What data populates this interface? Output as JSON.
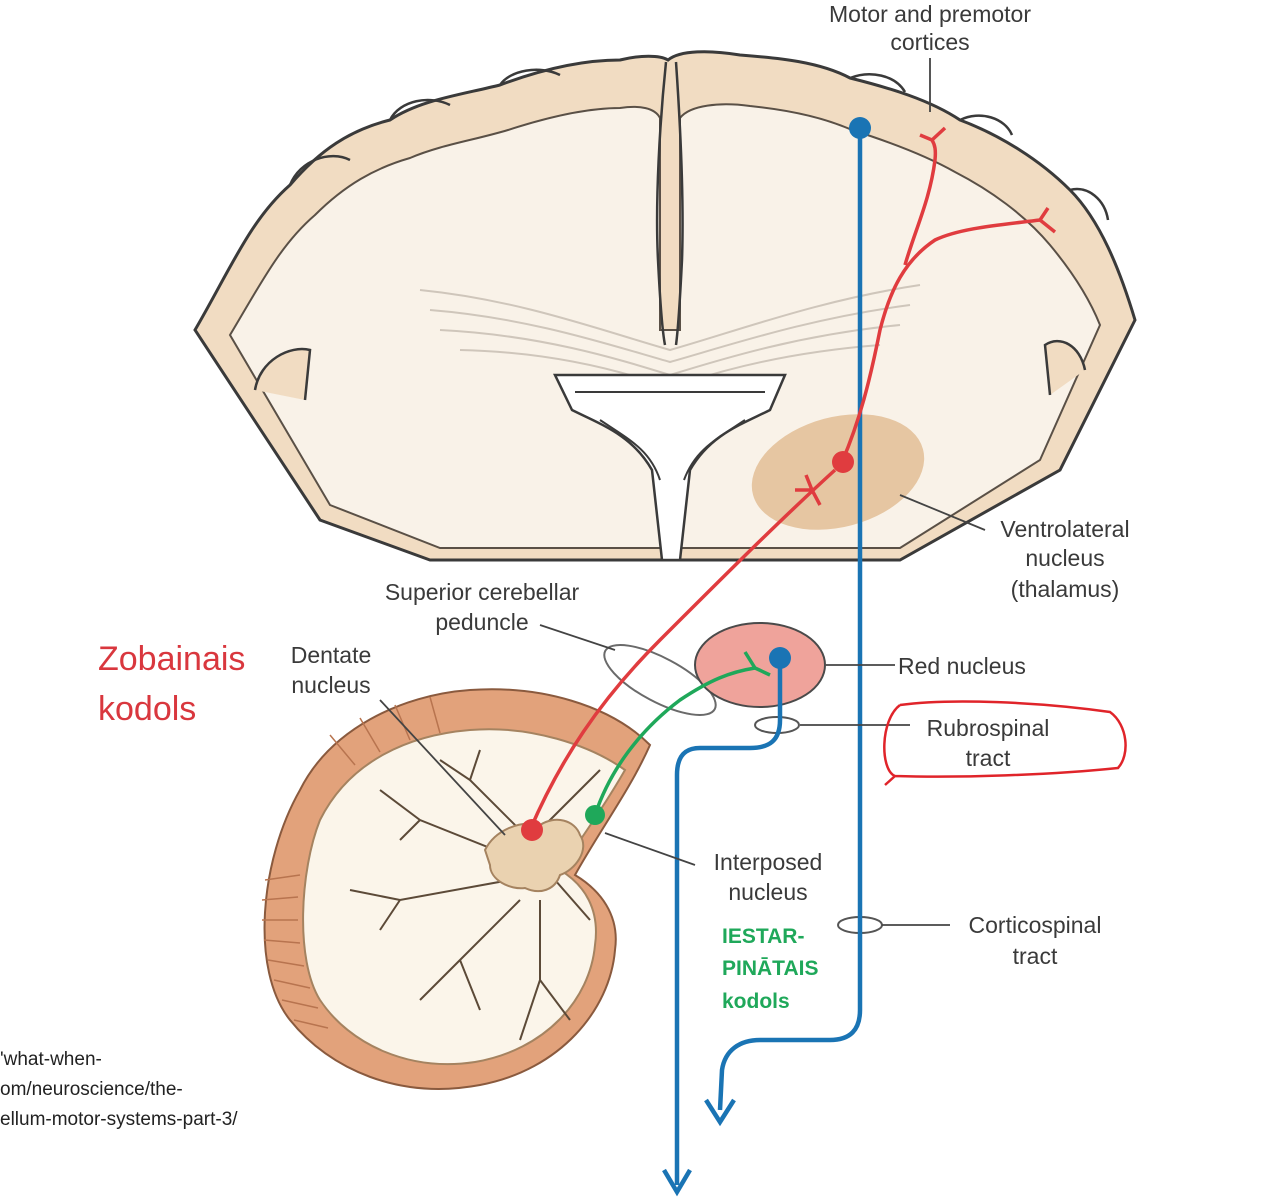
{
  "labels": {
    "motor_premotor_1": "Motor and premotor",
    "motor_premotor_2": "cortices",
    "ventrolateral_1": "Ventrolateral",
    "ventrolateral_2": "nucleus",
    "ventrolateral_3": "(thalamus)",
    "superior_peduncle_1": "Superior cerebellar",
    "superior_peduncle_2": "peduncle",
    "dentate_1": "Dentate",
    "dentate_2": "nucleus",
    "red_nucleus": "Red nucleus",
    "rubrospinal_1": "Rubrospinal",
    "rubrospinal_2": "tract",
    "interposed_1": "Interposed",
    "interposed_2": "nucleus",
    "corticospinal_1": "Corticospinal",
    "corticospinal_2": "tract"
  },
  "annotations": {
    "zobainais_1": "Zobainais",
    "zobainais_2": "kodols",
    "iestar_1": "IESTAR-",
    "iestar_2": "PINĀTAIS",
    "iestar_3": "kodols"
  },
  "source": {
    "line1": "'what-when-",
    "line2": "om/neuroscience/the-",
    "line3": "ellum-motor-systems-part-3/"
  },
  "colors": {
    "cortex": "#f1dcc2",
    "white_matter": "#f8f0e6",
    "thalamus": "#e6c6a2",
    "red_nucleus": "#efa39b",
    "cerebellum_outer": "#e2a27b",
    "red_pathway": "#e03c3f",
    "blue_pathway": "#1a74b4",
    "green_pathway": "#1fa85a"
  }
}
